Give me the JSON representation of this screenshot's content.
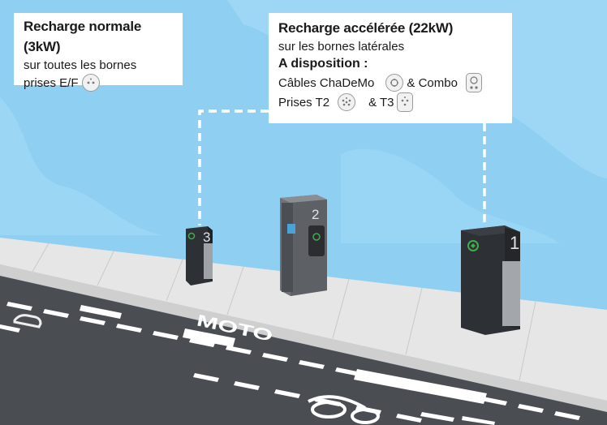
{
  "card_normal": {
    "title": "Recharge normale (3kW)",
    "line1": "sur toutes les bornes",
    "line2": "prises E/F"
  },
  "card_fast": {
    "title": "Recharge accélérée (22kW)",
    "line1": "sur les bornes latérales",
    "availability": "A disposition :",
    "cables_label": "Câbles ChaDeMo",
    "combo_label": "& Combo",
    "sockets_label": "Prises T2",
    "t3_label": "& T3"
  },
  "bollards": [
    {
      "number": "3"
    },
    {
      "number": "2"
    },
    {
      "number": "1"
    }
  ],
  "road": {
    "moto_label": "MOTO"
  },
  "colors": {
    "sky": "#8fd0f2",
    "road": "#4a4d52",
    "sidewalk": "#e4e4e4",
    "accent_green": "#3fae49",
    "bollard_dark": "#2d3035"
  },
  "icons": [
    "ef-plug-icon",
    "chademo-plug-icon",
    "combo-plug-icon",
    "t2-plug-icon",
    "t3-plug-icon",
    "car-icon",
    "scooter-icon",
    "bike-icon",
    "leaf-icon"
  ]
}
